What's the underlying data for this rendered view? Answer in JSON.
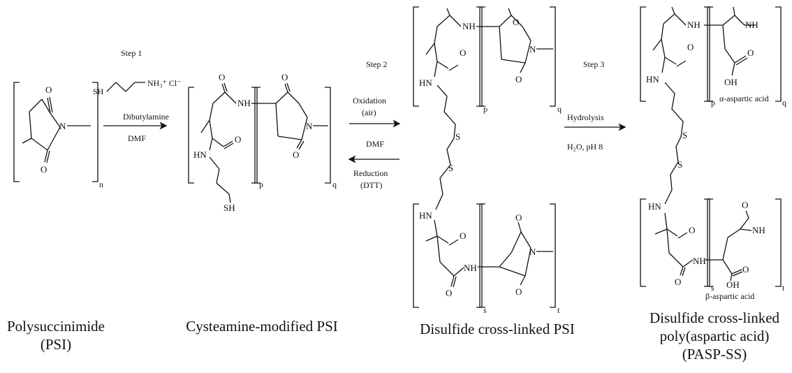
{
  "steps": {
    "step1": "Step 1",
    "step2": "Step 2",
    "step3": "Step 3"
  },
  "reagents": {
    "cysteamine_sh": "SH",
    "cysteamine_nh3": "NH₃⁺ Cl⁻",
    "dibutylamine": "Dibutylamine",
    "dmf1": "DMF",
    "oxidation": "Oxidation",
    "air": "(air)",
    "dmf2": "DMF",
    "reduction": "Reduction",
    "dtt": "(DTT)",
    "hydrolysis": "Hydrolysis",
    "h2o_ph": "H₂O, pH   8"
  },
  "atoms": {
    "O": "O",
    "N": "N",
    "NH": "NH",
    "HN": "HN",
    "SH": "SH",
    "S": "S",
    "OH": "OH"
  },
  "subscripts": {
    "n": "n",
    "p": "p",
    "q": "q",
    "s": "s",
    "t": "t"
  },
  "annotations": {
    "alpha": "α-aspartic acid",
    "beta": "β-aspartic acid"
  },
  "captions": {
    "psi_1": "Polysuccinimide",
    "psi_2": "(PSI)",
    "cys_psi": "Cysteamine-modified PSI",
    "ss_psi": "Disulfide cross-linked PSI",
    "pasp_1": "Disulfide cross-linked",
    "pasp_2": "poly(aspartic acid)",
    "pasp_3": "(PASP-SS)"
  }
}
